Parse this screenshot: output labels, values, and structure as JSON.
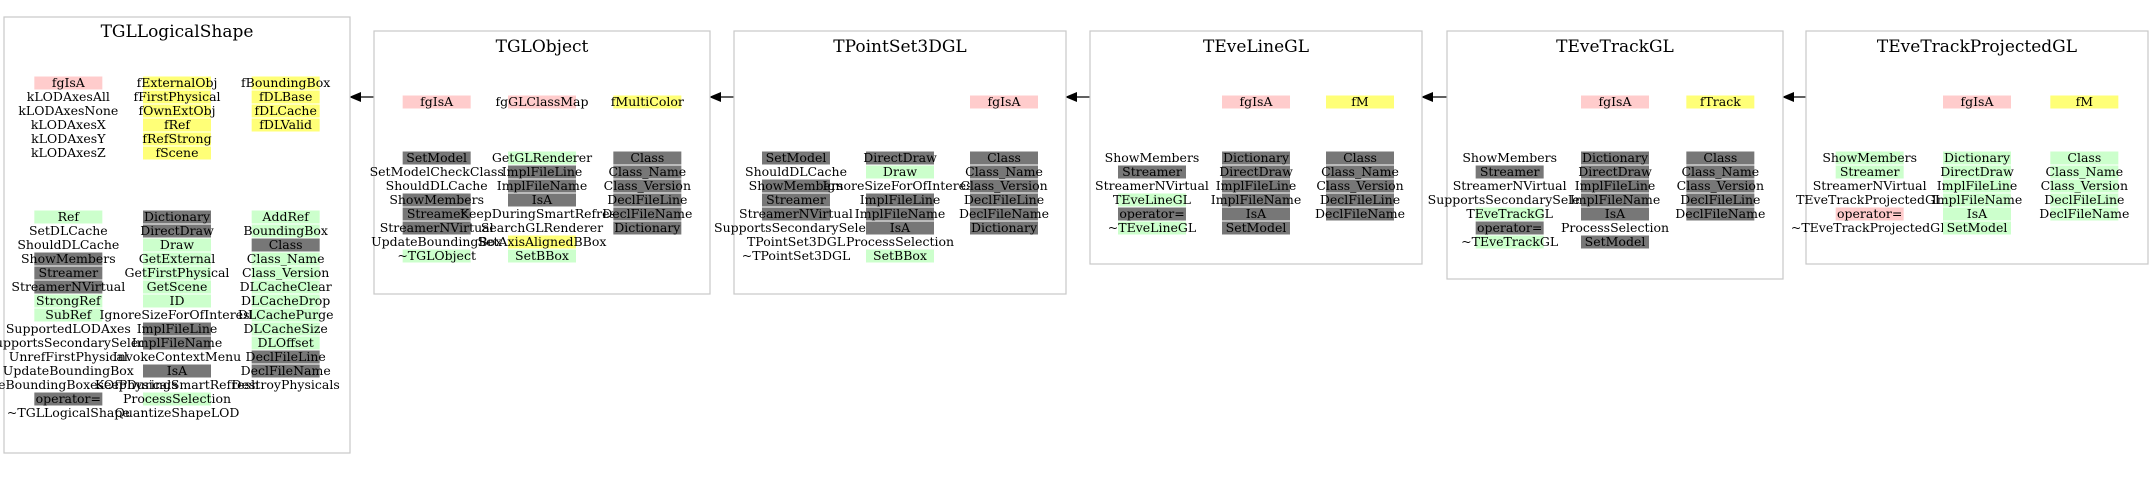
{
  "colors": {
    "pink": "#ffcccc",
    "yellow": "#ffff77",
    "green": "#ccffcc",
    "gray": "#777777",
    "plain": "#ffffff"
  },
  "classes": [
    {
      "id": "tgllogicalshape",
      "title": "TGLLogicalShape",
      "columns": [
        {
          "items": [
            [
              "fgIsA",
              "pink"
            ],
            [
              "kLODAxesAll",
              "plain"
            ],
            [
              "kLODAxesNone",
              "plain"
            ],
            [
              "kLODAxesX",
              "plain"
            ],
            [
              "kLODAxesY",
              "plain"
            ],
            [
              "kLODAxesZ",
              "plain"
            ]
          ]
        },
        {
          "items": [
            [
              "fExternalObj",
              "yellow"
            ],
            [
              "fFirstPhysical",
              "yellow"
            ],
            [
              "fOwnExtObj",
              "yellow"
            ],
            [
              "fRef",
              "yellow"
            ],
            [
              "fRefStrong",
              "yellow"
            ],
            [
              "fScene",
              "yellow"
            ]
          ]
        },
        {
          "items": [
            [
              "fBoundingBox",
              "yellow"
            ],
            [
              "fDLBase",
              "yellow"
            ],
            [
              "fDLCache",
              "yellow"
            ],
            [
              "fDLValid",
              "yellow"
            ]
          ]
        },
        {
          "items": [
            [
              "Ref",
              "green"
            ],
            [
              "SetDLCache",
              "plain"
            ],
            [
              "ShouldDLCache",
              "plain"
            ],
            [
              "ShowMembers",
              "gray"
            ],
            [
              "Streamer",
              "gray"
            ],
            [
              "StreamerNVirtual",
              "gray"
            ],
            [
              "StrongRef",
              "green"
            ],
            [
              "SubRef",
              "green"
            ],
            [
              "SupportedLODAxes",
              "plain"
            ],
            [
              "SupportsSecondarySelect",
              "plain"
            ],
            [
              "UnrefFirstPhysical",
              "plain"
            ],
            [
              "UpdateBoundingBox",
              "plain"
            ],
            [
              "UpdateBoundingBoxesOfPhysicals",
              "plain"
            ],
            [
              "operator=",
              "gray"
            ],
            [
              "~TGLLogicalShape",
              "plain"
            ]
          ]
        },
        {
          "items": [
            [
              "Dictionary",
              "gray"
            ],
            [
              "DirectDraw",
              "gray"
            ],
            [
              "Draw",
              "green"
            ],
            [
              "GetExternal",
              "green"
            ],
            [
              "GetFirstPhysical",
              "green"
            ],
            [
              "GetScene",
              "green"
            ],
            [
              "ID",
              "green"
            ],
            [
              "IgnoreSizeForOfInterest",
              "plain"
            ],
            [
              "ImplFileLine",
              "gray"
            ],
            [
              "ImplFileName",
              "gray"
            ],
            [
              "InvokeContextMenu",
              "plain"
            ],
            [
              "IsA",
              "gray"
            ],
            [
              "KeepDuringSmartRefresh",
              "plain"
            ],
            [
              "ProcessSelection",
              "green"
            ],
            [
              "QuantizeShapeLOD",
              "plain"
            ]
          ]
        },
        {
          "items": [
            [
              "AddRef",
              "green"
            ],
            [
              "BoundingBox",
              "green"
            ],
            [
              "Class",
              "gray"
            ],
            [
              "Class_Name",
              "green"
            ],
            [
              "Class_Version",
              "green"
            ],
            [
              "DLCacheClear",
              "green"
            ],
            [
              "DLCacheDrop",
              "green"
            ],
            [
              "DLCachePurge",
              "green"
            ],
            [
              "DLCacheSize",
              "green"
            ],
            [
              "DLOffset",
              "green"
            ],
            [
              "DeclFileLine",
              "gray"
            ],
            [
              "DeclFileName",
              "gray"
            ],
            [
              "DestroyPhysicals",
              "plain"
            ]
          ]
        }
      ]
    },
    {
      "id": "tglobject",
      "title": "TGLObject",
      "columns": [
        {
          "items": [
            [
              "fgIsA",
              "pink"
            ]
          ]
        },
        {
          "items": [
            [
              "fgGLClassMap",
              "pink"
            ]
          ]
        },
        {
          "items": [
            [
              "fMultiColor",
              "yellow"
            ]
          ]
        },
        {
          "items": [
            [
              "SetModel",
              "gray"
            ],
            [
              "SetModelCheckClass",
              "plain"
            ],
            [
              "ShouldDLCache",
              "plain"
            ],
            [
              "ShowMembers",
              "gray"
            ],
            [
              "Streamer",
              "gray"
            ],
            [
              "StreamerNVirtual",
              "gray"
            ],
            [
              "UpdateBoundingBox",
              "plain"
            ],
            [
              "~TGLObject",
              "green"
            ]
          ]
        },
        {
          "items": [
            [
              "GetGLRenderer",
              "green"
            ],
            [
              "ImplFileLine",
              "gray"
            ],
            [
              "ImplFileName",
              "gray"
            ],
            [
              "IsA",
              "gray"
            ],
            [
              "KeepDuringSmartRefresh",
              "plain"
            ],
            [
              "SearchGLRenderer",
              "plain"
            ],
            [
              "SetAxisAlignedBBox",
              "yellow"
            ],
            [
              "SetBBox",
              "green"
            ]
          ]
        },
        {
          "items": [
            [
              "Class",
              "gray"
            ],
            [
              "Class_Name",
              "gray"
            ],
            [
              "Class_Version",
              "gray"
            ],
            [
              "DeclFileLine",
              "gray"
            ],
            [
              "DeclFileName",
              "gray"
            ],
            [
              "Dictionary",
              "gray"
            ]
          ]
        }
      ]
    },
    {
      "id": "tpointset3dgl",
      "title": "TPointSet3DGL",
      "columns": [
        {
          "items": []
        },
        {
          "items": []
        },
        {
          "items": [
            [
              "fgIsA",
              "pink"
            ]
          ]
        },
        {
          "items": [
            [
              "SetModel",
              "gray"
            ],
            [
              "ShouldDLCache",
              "plain"
            ],
            [
              "ShowMembers",
              "gray"
            ],
            [
              "Streamer",
              "gray"
            ],
            [
              "StreamerNVirtual",
              "gray"
            ],
            [
              "SupportsSecondarySelect",
              "plain"
            ],
            [
              "TPointSet3DGL",
              "plain"
            ],
            [
              "~TPointSet3DGL",
              "plain"
            ]
          ]
        },
        {
          "items": [
            [
              "DirectDraw",
              "gray"
            ],
            [
              "Draw",
              "green"
            ],
            [
              "IgnoreSizeForOfInterest",
              "plain"
            ],
            [
              "ImplFileLine",
              "gray"
            ],
            [
              "ImplFileName",
              "gray"
            ],
            [
              "IsA",
              "gray"
            ],
            [
              "ProcessSelection",
              "plain"
            ],
            [
              "SetBBox",
              "green"
            ]
          ]
        },
        {
          "items": [
            [
              "Class",
              "gray"
            ],
            [
              "Class_Name",
              "gray"
            ],
            [
              "Class_Version",
              "gray"
            ],
            [
              "DeclFileLine",
              "gray"
            ],
            [
              "DeclFileName",
              "gray"
            ],
            [
              "Dictionary",
              "gray"
            ]
          ]
        }
      ]
    },
    {
      "id": "tevelinegl",
      "title": "TEveLineGL",
      "columns": [
        {
          "items": []
        },
        {
          "items": [
            [
              "fgIsA",
              "pink"
            ]
          ]
        },
        {
          "items": [
            [
              "fM",
              "yellow"
            ]
          ]
        },
        {
          "items": [
            [
              "ShowMembers",
              "plain"
            ],
            [
              "Streamer",
              "gray"
            ],
            [
              "StreamerNVirtual",
              "plain"
            ],
            [
              "TEveLineGL",
              "green"
            ],
            [
              "operator=",
              "gray"
            ],
            [
              "~TEveLineGL",
              "green"
            ]
          ]
        },
        {
          "items": [
            [
              "Dictionary",
              "gray"
            ],
            [
              "DirectDraw",
              "gray"
            ],
            [
              "ImplFileLine",
              "gray"
            ],
            [
              "ImplFileName",
              "gray"
            ],
            [
              "IsA",
              "gray"
            ],
            [
              "SetModel",
              "gray"
            ]
          ]
        },
        {
          "items": [
            [
              "Class",
              "gray"
            ],
            [
              "Class_Name",
              "gray"
            ],
            [
              "Class_Version",
              "gray"
            ],
            [
              "DeclFileLine",
              "gray"
            ],
            [
              "DeclFileName",
              "gray"
            ]
          ]
        }
      ]
    },
    {
      "id": "tevetrackgl",
      "title": "TEveTrackGL",
      "columns": [
        {
          "items": []
        },
        {
          "items": [
            [
              "fgIsA",
              "pink"
            ]
          ]
        },
        {
          "items": [
            [
              "fTrack",
              "yellow"
            ]
          ]
        },
        {
          "items": [
            [
              "ShowMembers",
              "plain"
            ],
            [
              "Streamer",
              "gray"
            ],
            [
              "StreamerNVirtual",
              "plain"
            ],
            [
              "SupportsSecondarySelect",
              "plain"
            ],
            [
              "TEveTrackGL",
              "green"
            ],
            [
              "operator=",
              "gray"
            ],
            [
              "~TEveTrackGL",
              "green"
            ]
          ]
        },
        {
          "items": [
            [
              "Dictionary",
              "gray"
            ],
            [
              "DirectDraw",
              "gray"
            ],
            [
              "ImplFileLine",
              "gray"
            ],
            [
              "ImplFileName",
              "gray"
            ],
            [
              "IsA",
              "gray"
            ],
            [
              "ProcessSelection",
              "plain"
            ],
            [
              "SetModel",
              "gray"
            ]
          ]
        },
        {
          "items": [
            [
              "Class",
              "gray"
            ],
            [
              "Class_Name",
              "gray"
            ],
            [
              "Class_Version",
              "gray"
            ],
            [
              "DeclFileLine",
              "gray"
            ],
            [
              "DeclFileName",
              "gray"
            ]
          ]
        }
      ]
    },
    {
      "id": "tevetrackprojectedgl",
      "title": "TEveTrackProjectedGL",
      "columns": [
        {
          "items": []
        },
        {
          "items": [
            [
              "fgIsA",
              "pink"
            ]
          ]
        },
        {
          "items": [
            [
              "fM",
              "yellow"
            ]
          ]
        },
        {
          "items": [
            [
              "ShowMembers",
              "green"
            ],
            [
              "Streamer",
              "green"
            ],
            [
              "StreamerNVirtual",
              "plain"
            ],
            [
              "TEveTrackProjectedGL",
              "plain"
            ],
            [
              "operator=",
              "pink"
            ],
            [
              "~TEveTrackProjectedGL",
              "plain"
            ]
          ]
        },
        {
          "items": [
            [
              "Dictionary",
              "green"
            ],
            [
              "DirectDraw",
              "green"
            ],
            [
              "ImplFileLine",
              "green"
            ],
            [
              "ImplFileName",
              "green"
            ],
            [
              "IsA",
              "green"
            ],
            [
              "SetModel",
              "green"
            ]
          ]
        },
        {
          "items": [
            [
              "Class",
              "green"
            ],
            [
              "Class_Name",
              "green"
            ],
            [
              "Class_Version",
              "green"
            ],
            [
              "DeclFileLine",
              "green"
            ],
            [
              "DeclFileName",
              "green"
            ]
          ]
        }
      ]
    }
  ],
  "inheritance": [
    [
      "tglobject",
      "tgllogicalshape"
    ],
    [
      "tpointset3dgl",
      "tglobject"
    ],
    [
      "tevelinegl",
      "tpointset3dgl"
    ],
    [
      "tevetrackgl",
      "tevelinegl"
    ],
    [
      "tevetrackprojectedgl",
      "tevetrackgl"
    ]
  ]
}
